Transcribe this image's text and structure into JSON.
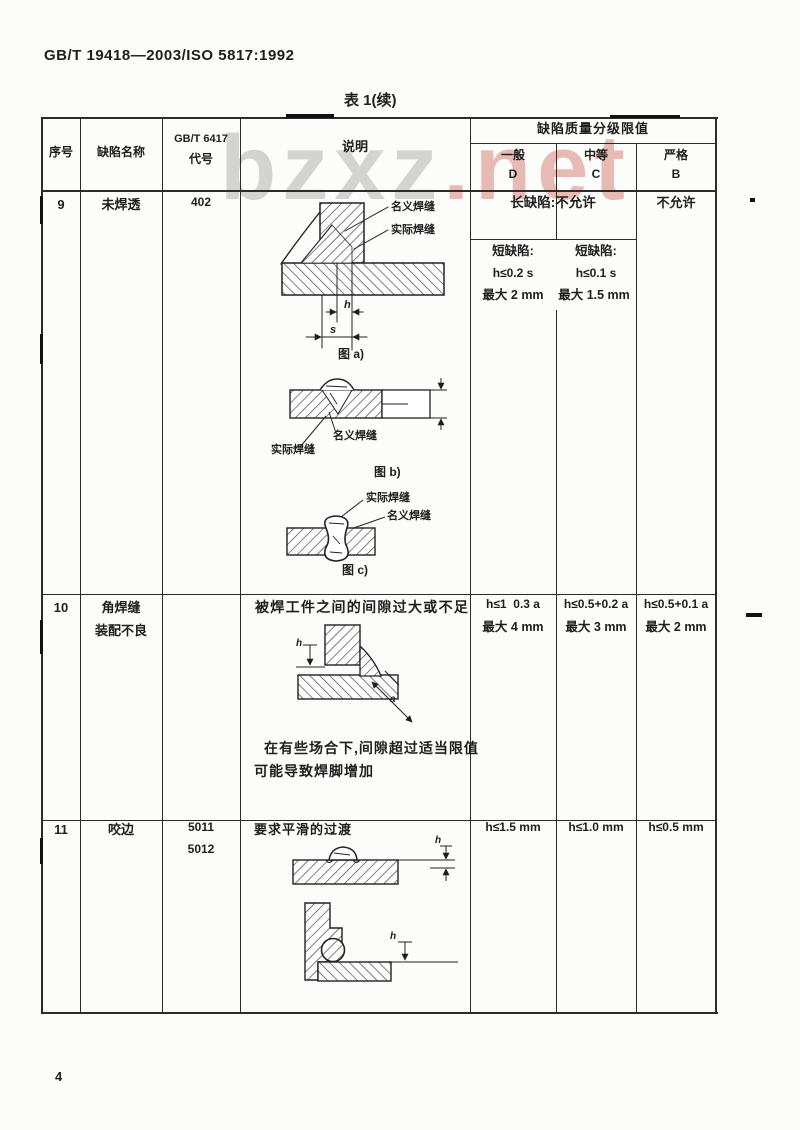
{
  "page": {
    "doc_code": "GB/T 19418—2003/ISO 5817:1992",
    "table_title": "表 1(续)",
    "page_number": "4",
    "watermark_left": "bzxz",
    "watermark_right": ".net",
    "watermark_color_left": "#c9c9c9",
    "watermark_color_right": "#e3aaa2"
  },
  "header": {
    "no": "序号",
    "name": "缺陷名称",
    "code_line1": "GB/T 6417",
    "code_line2": "代号",
    "desc": "说明",
    "limits_title": "缺陷质量分级限值",
    "grade_d_label": "一般",
    "grade_d_letter": "D",
    "grade_c_label": "中等",
    "grade_c_letter": "C",
    "grade_b_label": "严格",
    "grade_b_letter": "B"
  },
  "row9": {
    "no": "9",
    "name": "未焊透",
    "code": "402",
    "limit_long": "长缺陷:不允许",
    "limit_b": "不允许",
    "sub_d_title": "短缺陷:",
    "sub_d_formula": "h≤0.2 s",
    "sub_d_max": "最大 2 mm",
    "sub_c_title": "短缺陷:",
    "sub_c_formula": "h≤0.1 s",
    "sub_c_max": "最大 1.5 mm",
    "fig_a": {
      "nominal": "名义焊缝",
      "actual": "实际焊缝",
      "dim_h": "h",
      "dim_s": "s",
      "caption": "图 a)"
    },
    "fig_b": {
      "nominal": "名义焊缝",
      "actual": "实际焊缝",
      "caption": "图 b)"
    },
    "fig_c": {
      "actual": "实际焊缝",
      "nominal": "名义焊缝",
      "caption": "图 c)"
    }
  },
  "row10": {
    "no": "10",
    "name_line1": "角焊缝",
    "name_line2": "装配不良",
    "desc": "被焊工件之间的间隙过大或不足",
    "note_line1": "在有些场合下,间隙超过适当限值",
    "note_line2": "可能导致焊脚增加",
    "dim_h": "h",
    "dim_a": "a",
    "limit_d_formula": "h≤1  0.3 a",
    "limit_d_max": "最大 4 mm",
    "limit_c_formula": "h≤0.5+0.2 a",
    "limit_c_max": "最大 3 mm",
    "limit_b_formula": "h≤0.5+0.1 a",
    "limit_b_max": "最大 2 mm"
  },
  "row11": {
    "no": "11",
    "name": "咬边",
    "code_line1": "5011",
    "code_line2": "5012",
    "desc": "要求平滑的过渡",
    "dim_h": "h",
    "limit_d": "h≤1.5 mm",
    "limit_c": "h≤1.0 mm",
    "limit_b": "h≤0.5 mm"
  }
}
